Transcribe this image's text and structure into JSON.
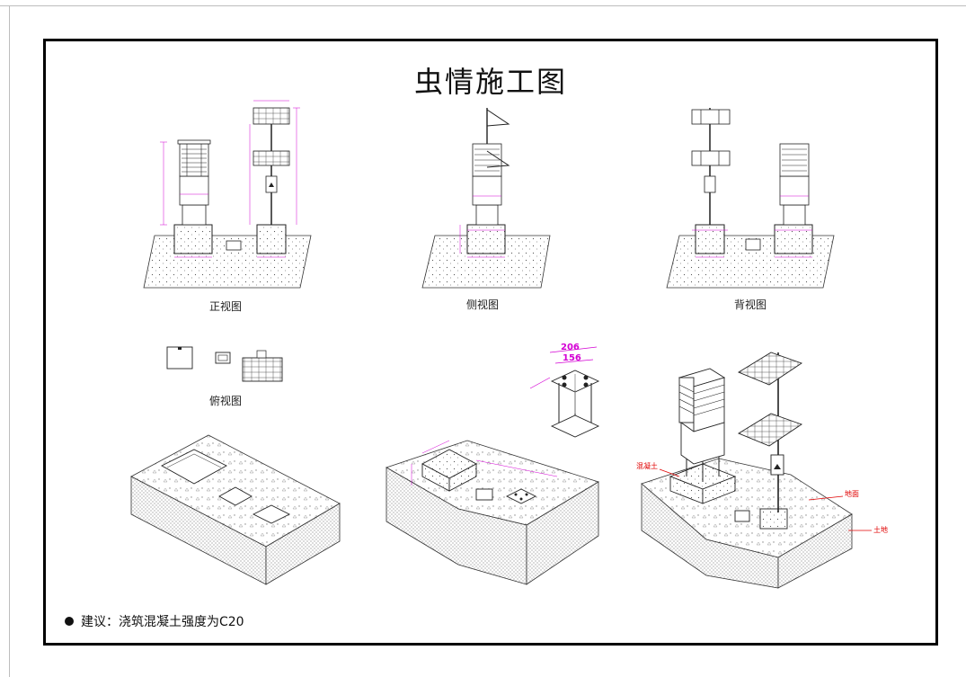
{
  "title": "虫情施工图",
  "views": {
    "front": "正视图",
    "side": "侧视图",
    "back": "背视图",
    "top": "俯视图"
  },
  "bracket_dims": {
    "outer": "206",
    "inner": "156"
  },
  "labels_3d": {
    "concrete": "混凝土",
    "ground": "地面",
    "soil": "土地"
  },
  "note": "建议：浇筑混凝土强度为C20",
  "colors": {
    "dimension": "#d400d4",
    "annotation": "#e00000",
    "frame": "#000000"
  }
}
